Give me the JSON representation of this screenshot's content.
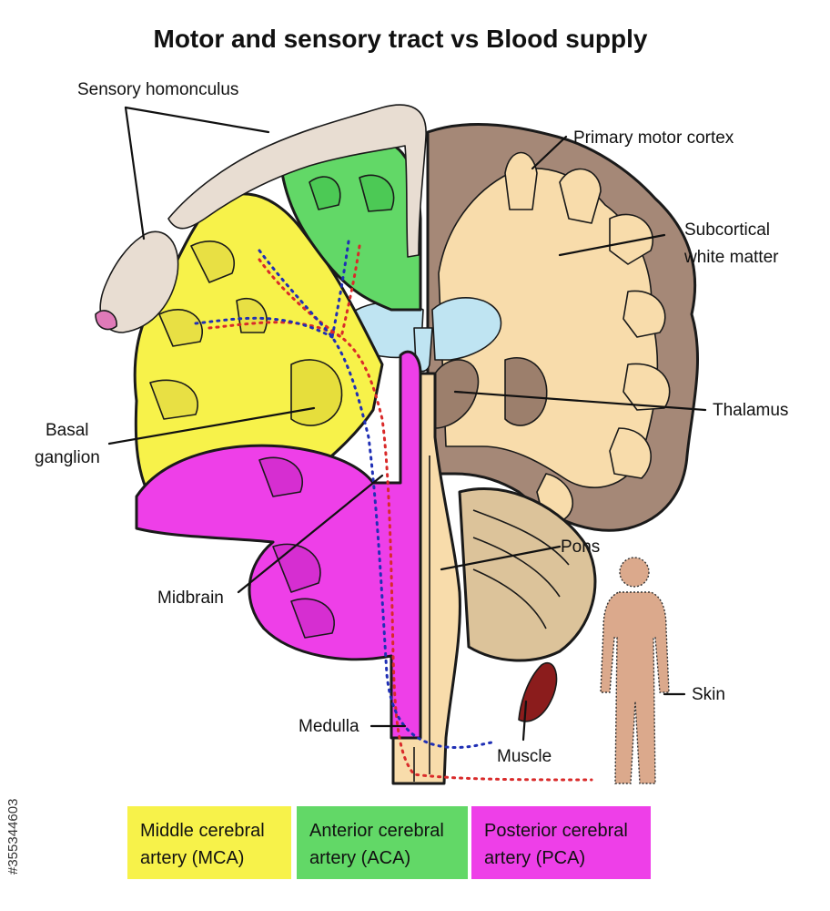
{
  "title": "Motor and sensory tract vs Blood supply",
  "labels": {
    "sensory_homonculus": "Sensory homonculus",
    "primary_motor_cortex": "Primary motor cortex",
    "subcortical_line1": "Subcortical",
    "subcortical_line2": "white matter",
    "thalamus": "Thalamus",
    "basal_line1": "Basal",
    "basal_line2": "ganglion",
    "pons": "Pons",
    "midbrain": "Midbrain",
    "skin": "Skin",
    "medulla": "Medulla",
    "muscle": "Muscle"
  },
  "legend": {
    "mca": {
      "line1": "Middle cerebral",
      "line2": "artery (MCA)",
      "color": "#f7f24a"
    },
    "aca": {
      "line1": "Anterior cerebral",
      "line2": "artery (ACA)",
      "color": "#62d867"
    },
    "pca": {
      "line1": "Posterior cerebral",
      "line2": "artery (PCA)",
      "color": "#ee3fe8"
    }
  },
  "watermark": "#355344603",
  "colors": {
    "cortex": "#a58877",
    "white_matter": "#f8dcab",
    "ventricle": "#bfe4f2",
    "thalamus": "#9c7f6c",
    "cerebellum": "#dcc39a",
    "skin": "#dba98c",
    "motor_tract": "#d92a2a",
    "sensory_tract": "#1f2fb5"
  }
}
